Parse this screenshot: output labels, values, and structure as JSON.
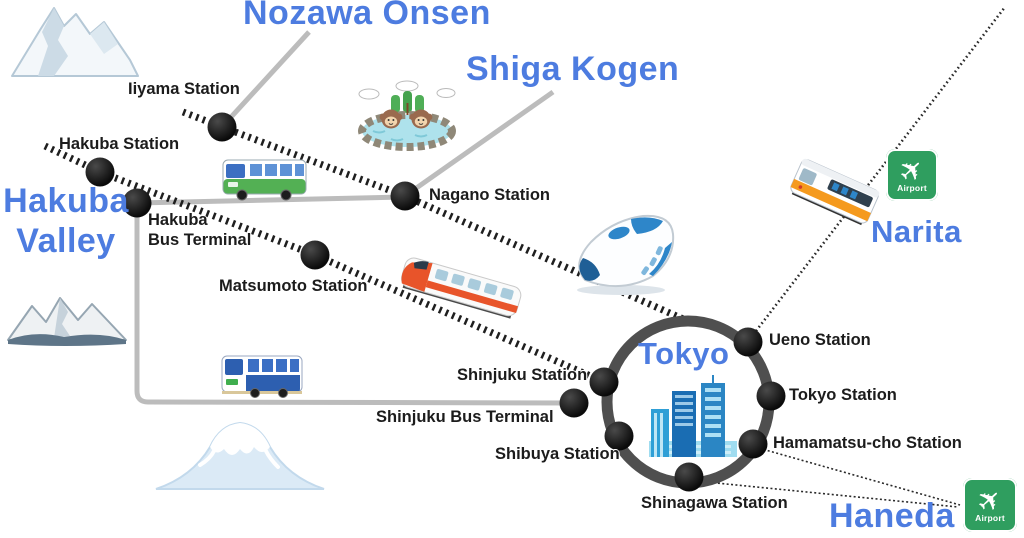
{
  "map": {
    "destinations": {
      "nozawa": "Nozawa Onsen",
      "shiga": "Shiga Kogen",
      "hakuba_line1": "Hakuba",
      "hakuba_line2": "Valley",
      "tokyo": "Tokyo",
      "narita": "Narita",
      "haneda": "Haneda"
    },
    "stations": {
      "iiyama": "Iiyama Station",
      "hakuba": "Hakuba Station",
      "hakuba_bt_line1": "Hakuba",
      "hakuba_bt_line2": "Bus Terminal",
      "nagano": "Nagano Station",
      "matsumoto": "Matsumoto Station",
      "shinjuku": "Shinjuku Station",
      "shinjuku_bt": "Shinjuku Bus Terminal",
      "shibuya": "Shibuya Station",
      "shinagawa": "Shinagawa Station",
      "hamamatsucho": "Hamamatsu-cho Station",
      "tokyo_station": "Tokyo Station",
      "ueno": "Ueno Station"
    },
    "airport_sign_label": "Airport",
    "icons": {
      "airplane": "✈"
    },
    "colors": {
      "destination_text": "#4d7ce0",
      "station_text": "#1c1c1c",
      "bus_route_line": "#bcbcbc",
      "railway_line": "#1f1f1f",
      "loop_line": "#4f4f4f",
      "airport_sign_green": "#2f9e5f",
      "station_dot": "#111111"
    }
  }
}
